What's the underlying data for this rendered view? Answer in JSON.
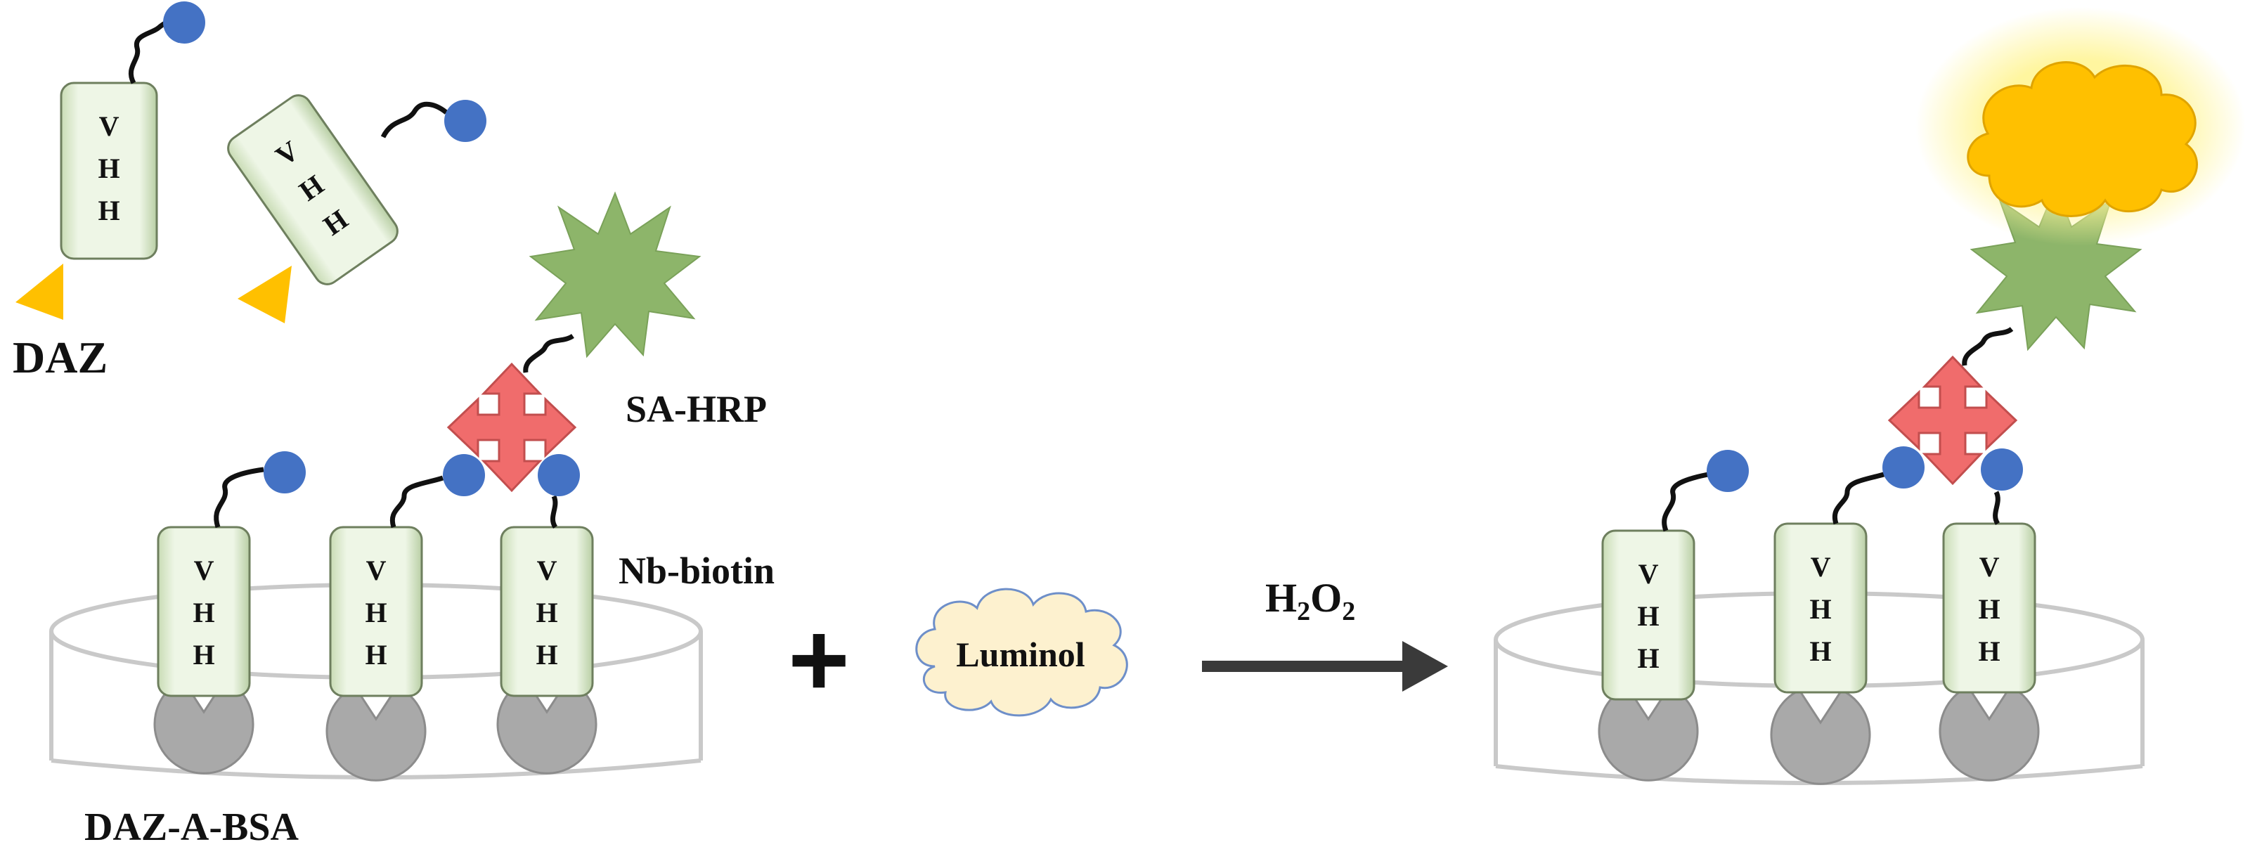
{
  "labels": {
    "daz": "DAZ",
    "sa_hrp": "SA-HRP",
    "nb_biotin": "Nb-biotin",
    "daz_a_bsa": "DAZ-A-BSA",
    "luminol": "Luminol",
    "h2o2_h": "H",
    "h2o2_sub1": "2",
    "h2o2_o": "O",
    "h2o2_sub2": "2",
    "plus": "+"
  },
  "vhh": {
    "l1": "V",
    "l2": "H",
    "l3": "H"
  },
  "colors": {
    "vhh_fill": "#e6f2da",
    "biotin": "#4472c4",
    "hapten": "#ffc000",
    "hrp": "#8db56a",
    "streptavidin": "#f06c6c",
    "antigen": "#a8a8a8",
    "luminol_cloud": "#fdf1cf",
    "glow_cloud": "#ffc000",
    "arrow": "#3a3a3a"
  }
}
